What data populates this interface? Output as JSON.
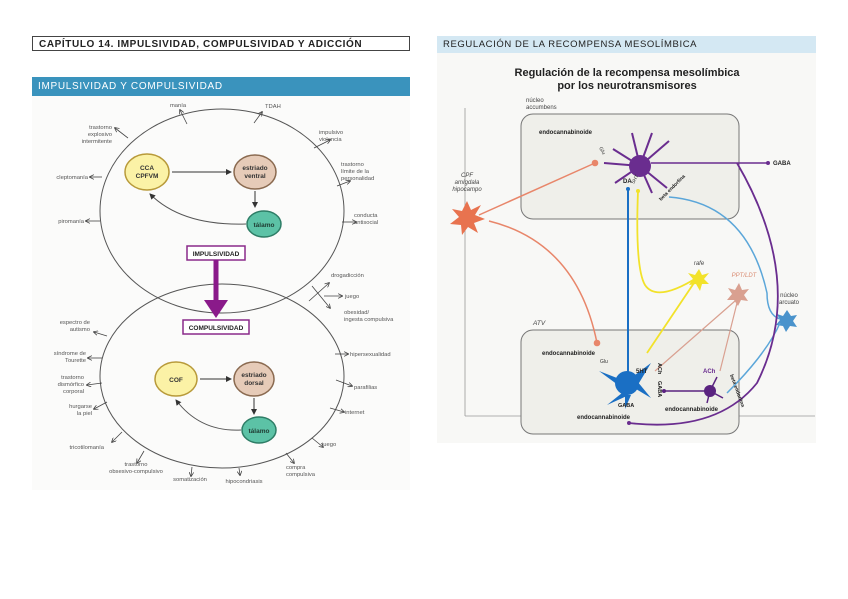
{
  "header": {
    "chapter_title": "CAPÍTULO 14. IMPULSIVIDAD, COMPULSIVIDAD Y ADICCIÓN",
    "left_section_title": "IMPULSIVIDAD Y COMPULSIVIDAD",
    "right_section_title": "REGULACIÓN DE LA RECOMPENSA MESOLÍMBICA"
  },
  "left_figure": {
    "impulsivity_loop": {
      "node1_line1": "CCA",
      "node1_line2": "CPFVM",
      "node2_line1": "estriado",
      "node2_line2": "ventral",
      "node3": "tálamo"
    },
    "compulsivity_loop": {
      "node1": "COF",
      "node2_line1": "estriado",
      "node2_line2": "dorsal",
      "node3": "tálamo"
    },
    "impulsivity_label": "IMPULSIVIDAD",
    "compulsivity_label": "COMPULSIVIDAD",
    "impulsive_disorders": [
      [
        "manía"
      ],
      [
        "TDAH"
      ],
      [
        "impulsivo",
        "violencia"
      ],
      [
        "trastorno",
        "límite de la",
        "personalidad"
      ],
      [
        "conducta",
        "antisocial"
      ],
      [
        "trastorno",
        "explosivo",
        "intermitente"
      ],
      [
        "cleptomanía"
      ],
      [
        "piromanía"
      ]
    ],
    "shared_disorders": [
      [
        "drogadicción"
      ],
      [
        "juego"
      ],
      [
        "obesidad/",
        "ingesta compulsiva"
      ]
    ],
    "compulsive_disorders": [
      [
        "hipersexualidad"
      ],
      [
        "parafilias"
      ],
      [
        "internet"
      ],
      [
        "juego"
      ],
      [
        "compra",
        "compulsiva"
      ],
      [
        "hipocondriasis"
      ],
      [
        "somatización"
      ],
      [
        "trastorno",
        "obsesivo-compulsivo"
      ],
      [
        "tricotilomanía"
      ],
      [
        "hurgarse",
        "la piel"
      ],
      [
        "trastorno",
        "dismórfico",
        "corporal"
      ],
      [
        "síndrome de",
        "Tourette"
      ],
      [
        "espectro de",
        "autismo"
      ]
    ]
  },
  "right_figure": {
    "title_line1": "Regulación de la recompensa mesolímbica",
    "title_line2": "por los neurotransmisores",
    "regions": {
      "nucleus_accumbens_line1": "núcleo",
      "nucleus_accumbens_line2": "accumbens",
      "atv": "ATV",
      "cpf_line1": "CPF",
      "cpf_line2": "amígdala",
      "cpf_line3": "hipocampo",
      "rafe": "rafe",
      "pptldt": "PPT/LDT",
      "arcuate_line1": "núcleo",
      "arcuate_line2": "arcuato"
    },
    "labels": {
      "endocannabinoide": "endocannabinoide",
      "glu": "Glu",
      "da": "DA",
      "5ht": "5HT",
      "beta_endorfina": "beta endorfina",
      "gaba": "GABA",
      "ach": "ACh"
    },
    "colors": {
      "glutamate": "#e8866a",
      "dopamine": "#1a6fc4",
      "serotonin": "#f2e22a",
      "acetylcholine": "#d9a090",
      "endorphin": "#5ba6d9",
      "gaba": "#6a2d8f",
      "box_fill": "#efefea",
      "box_stroke": "#777777"
    }
  }
}
